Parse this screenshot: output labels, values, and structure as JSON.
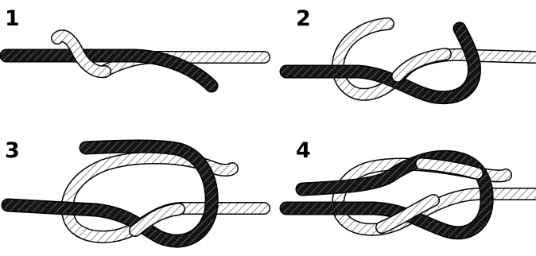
{
  "figure": {
    "steps": [
      {
        "number": "1"
      },
      {
        "number": "2"
      },
      {
        "number": "3"
      },
      {
        "number": "4"
      }
    ]
  },
  "colors": {
    "dark_rope": "#141414",
    "light_rope_fill": "#ffffff",
    "rope_hatch": "#8a8a8a",
    "outline": "#000000",
    "background": "#ffffff"
  }
}
